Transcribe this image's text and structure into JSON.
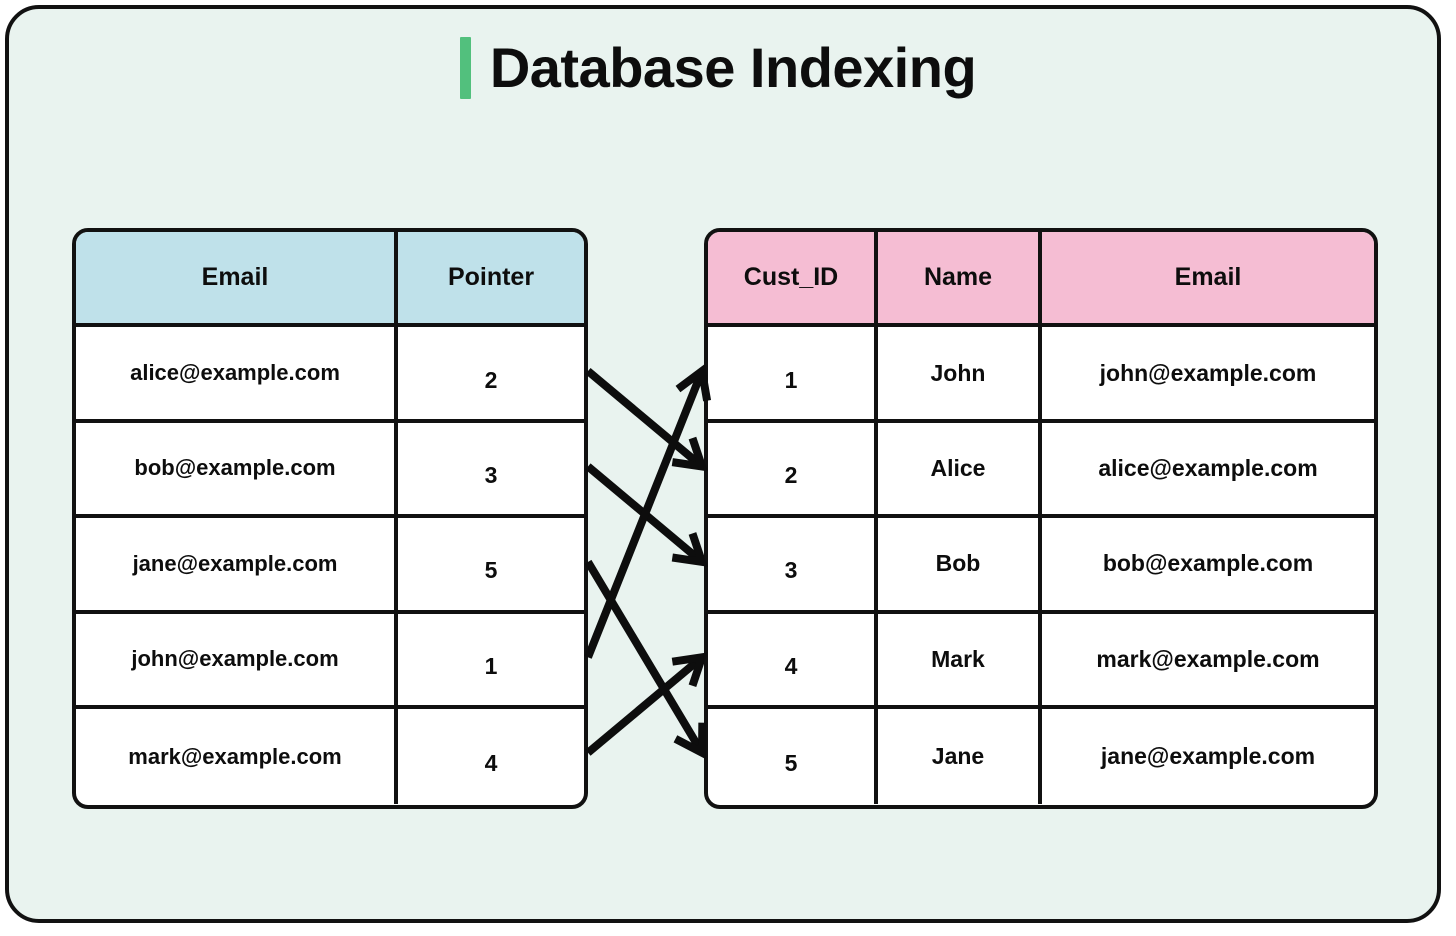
{
  "page": {
    "title": "Database Indexing",
    "accent_color": "#52c07d",
    "background_color": "#e9f3ef",
    "border_color": "#111111"
  },
  "index_table": {
    "name": "index-table",
    "header_color": "#bfe1ea",
    "columns": [
      "Email",
      "Pointer"
    ],
    "rows": [
      {
        "email": "alice@example.com",
        "pointer": "2"
      },
      {
        "email": "bob@example.com",
        "pointer": "3"
      },
      {
        "email": "jane@example.com",
        "pointer": "5"
      },
      {
        "email": "john@example.com",
        "pointer": "1"
      },
      {
        "email": "mark@example.com",
        "pointer": "4"
      }
    ]
  },
  "data_table": {
    "name": "customers-table",
    "header_color": "#f5bdd3",
    "columns": [
      "Cust_ID",
      "Name",
      "Email"
    ],
    "rows": [
      {
        "cust_id": "1",
        "name": "John",
        "email": "john@example.com"
      },
      {
        "cust_id": "2",
        "name": "Alice",
        "email": "alice@example.com"
      },
      {
        "cust_id": "3",
        "name": "Bob",
        "email": "bob@example.com"
      },
      {
        "cust_id": "4",
        "name": "Mark",
        "email": "mark@example.com"
      },
      {
        "cust_id": "5",
        "name": "Jane",
        "email": "jane@example.com"
      }
    ]
  },
  "connections": [
    {
      "from_row": 0,
      "from_email": "alice@example.com",
      "to_row": 1,
      "to_cust_id": "2"
    },
    {
      "from_row": 1,
      "from_email": "bob@example.com",
      "to_row": 2,
      "to_cust_id": "3"
    },
    {
      "from_row": 2,
      "from_email": "jane@example.com",
      "to_row": 4,
      "to_cust_id": "5"
    },
    {
      "from_row": 3,
      "from_email": "john@example.com",
      "to_row": 0,
      "to_cust_id": "1"
    },
    {
      "from_row": 4,
      "from_email": "mark@example.com",
      "to_row": 3,
      "to_cust_id": "4"
    }
  ]
}
